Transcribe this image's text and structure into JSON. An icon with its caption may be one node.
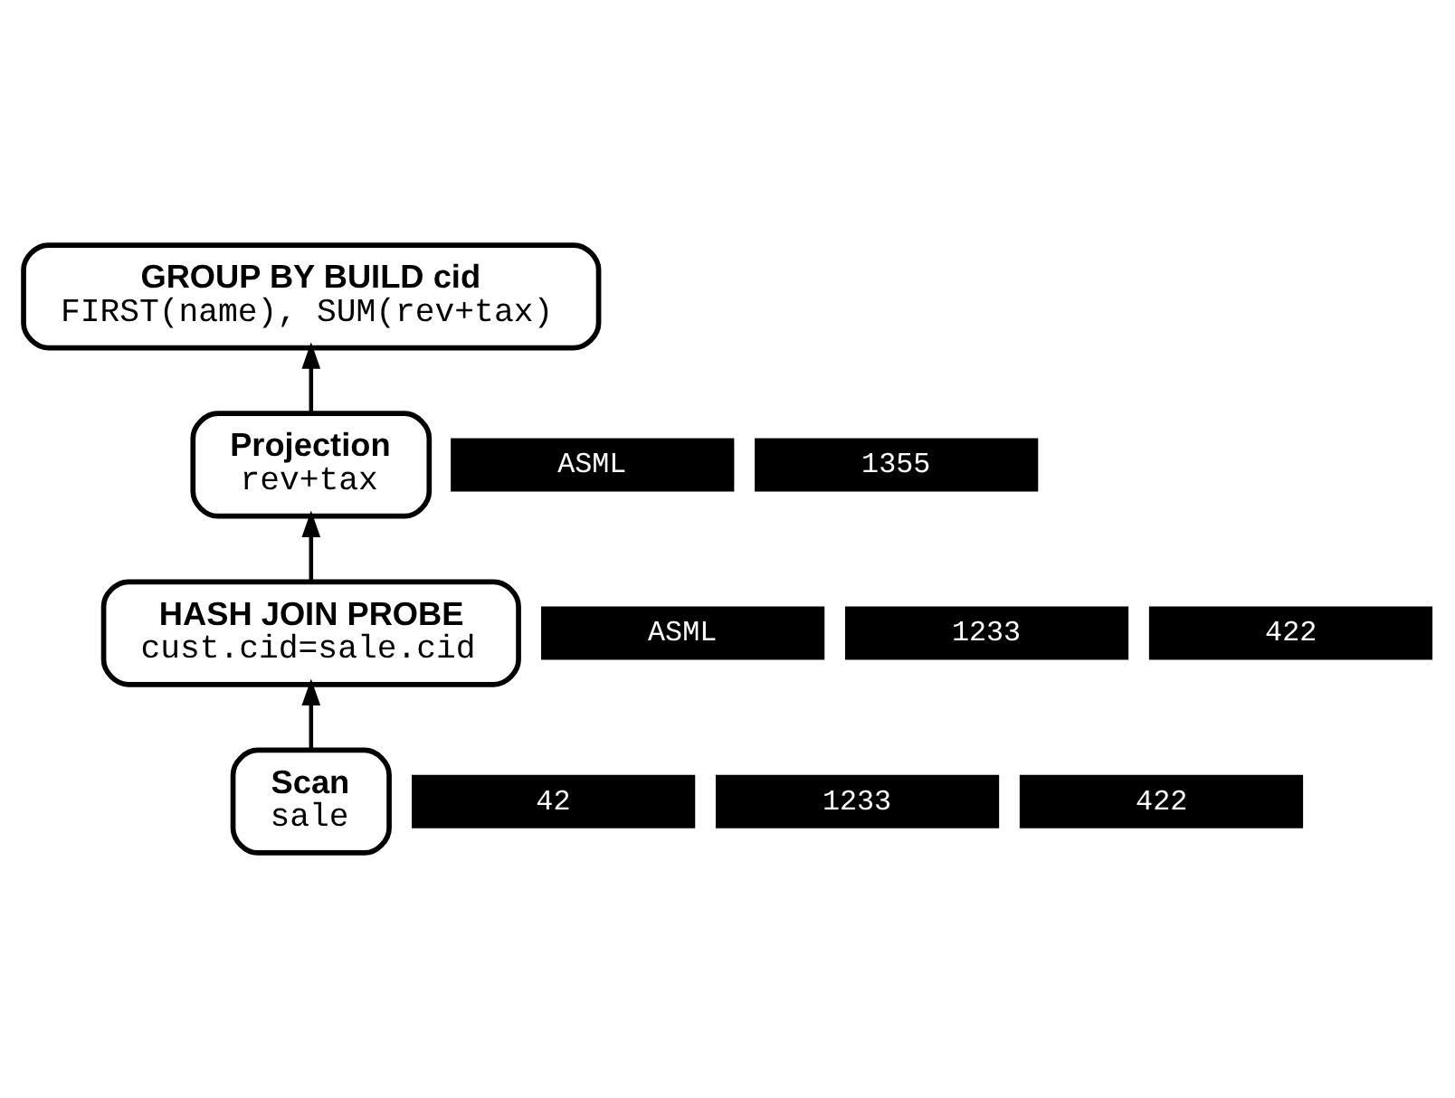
{
  "diagram": {
    "nodes": [
      {
        "text": [
          "GROUP BY BUILD cid",
          "FIRST(name), SUM(rev+tax)"
        ]
      },
      {
        "text": [
          "ASML"
        ]
      },
      {
        "text": [
          "1355"
        ]
      },
      {
        "text": [
          "Projection",
          "rev+tax"
        ]
      },
      {
        "text": [
          "ASML"
        ]
      },
      {
        "text": [
          "1233"
        ]
      },
      {
        "text": [
          "422"
        ]
      },
      {
        "text": [
          "HASH JOIN PROBE",
          "cust.cid=sale.cid"
        ]
      },
      {
        "text": [
          "42"
        ]
      },
      {
        "text": [
          "1233"
        ]
      },
      {
        "text": [
          "422"
        ]
      },
      {
        "text": [
          "Scan",
          "sale"
        ]
      }
    ],
    "edges": [
      {
        "from": 11,
        "to": 7,
        "arrow": "to"
      },
      {
        "from": 7,
        "to": 3,
        "arrow": "to"
      },
      {
        "from": 3,
        "to": 0,
        "arrow": "to"
      }
    ]
  }
}
